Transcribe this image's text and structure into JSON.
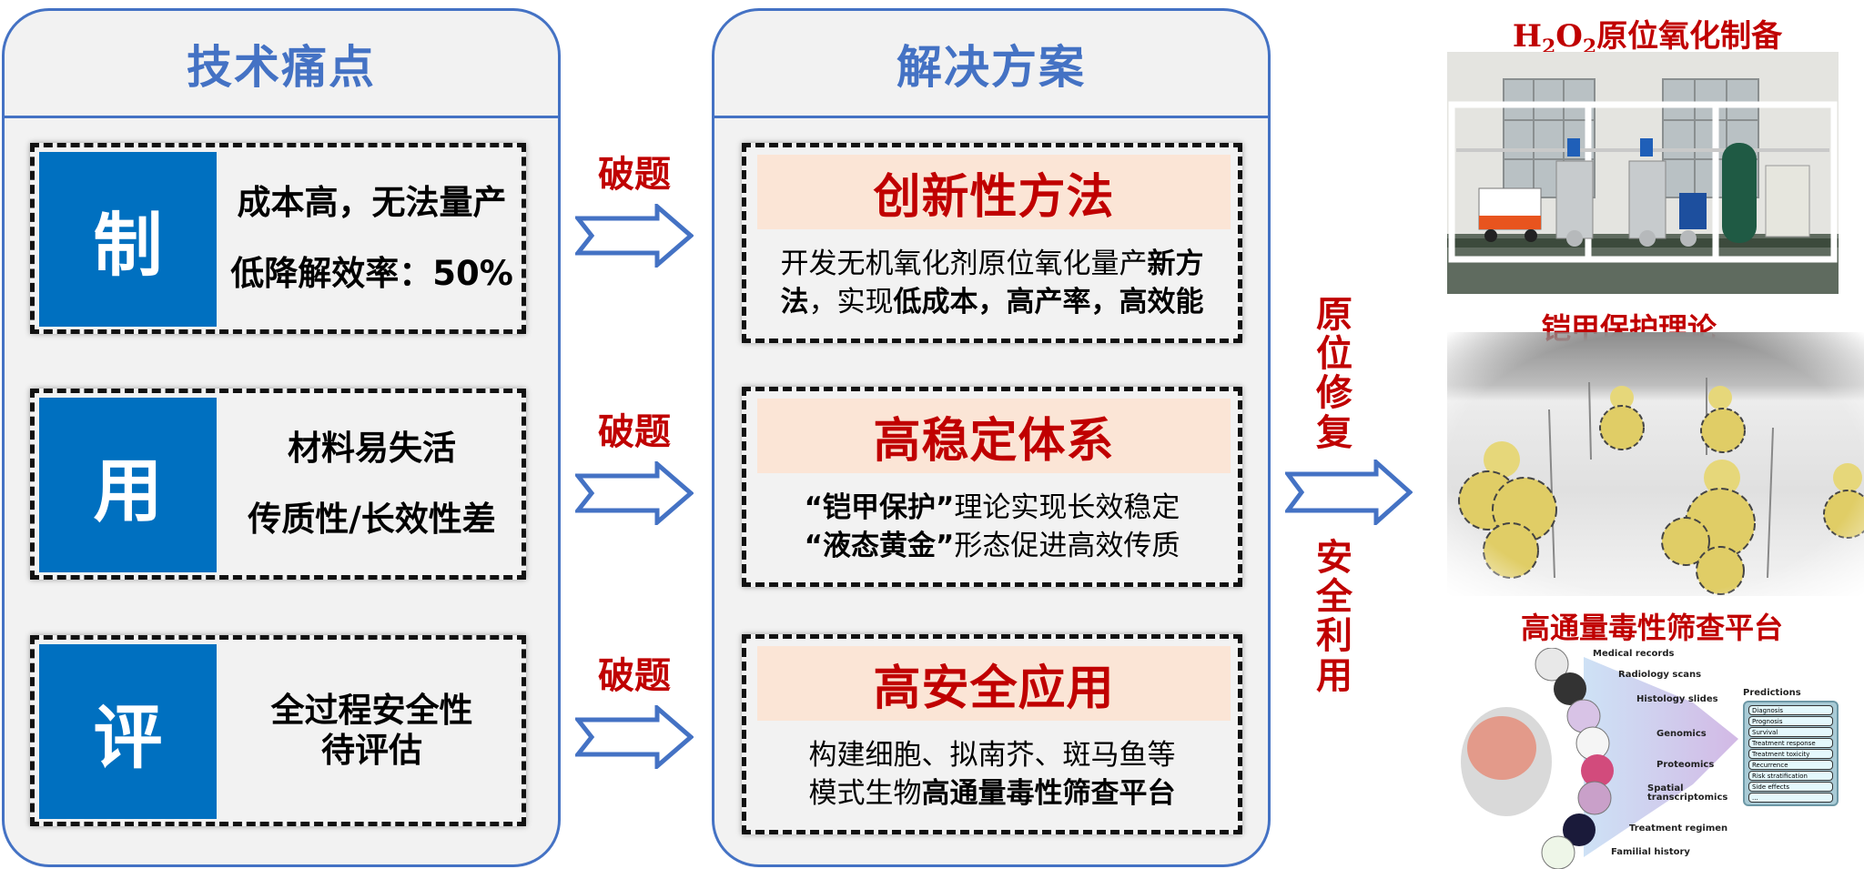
{
  "pain_panel": {
    "title": "技术痛点",
    "cards": [
      {
        "badge": "制",
        "lines": [
          "成本高，无法量产",
          "低降解效率：50%"
        ]
      },
      {
        "badge": "用",
        "lines": [
          "材料易失活",
          "传质性/长效性差"
        ]
      },
      {
        "badge": "评",
        "lines": [
          "全过程安全性",
          "待评估"
        ]
      }
    ]
  },
  "transition_labels": [
    "破题",
    "破题",
    "破题"
  ],
  "solution_panel": {
    "title": "解决方案",
    "cards": [
      {
        "heading": "创新性方法",
        "body": [
          [
            {
              "t": "开发无机氧化剂原位氧化量产",
              "b": false
            },
            {
              "t": "新方",
              "b": true
            }
          ],
          [
            {
              "t": "法",
              "b": true
            },
            {
              "t": "，实现",
              "b": false
            },
            {
              "t": "低成本，高产率，高效能",
              "b": true
            }
          ]
        ]
      },
      {
        "heading": "高稳定体系",
        "body": [
          [
            {
              "t": "“铠甲保护”",
              "b": true
            },
            {
              "t": "理论实现长效稳定",
              "b": false
            }
          ],
          [
            {
              "t": "“液态黄金”",
              "b": true
            },
            {
              "t": "形态促进高效传质",
              "b": false
            }
          ]
        ]
      },
      {
        "heading": "高安全应用",
        "body": [
          [
            {
              "t": "构建细胞、拟南芥、斑马鱼等",
              "b": false
            }
          ],
          [
            {
              "t": "模式生物",
              "b": false
            },
            {
              "t": "高通量毒性筛查平台",
              "b": true
            }
          ]
        ]
      }
    ]
  },
  "outcome": {
    "top_label": "原位修复",
    "bottom_label": "安全利用"
  },
  "figures": {
    "h2o2": {
      "title_formula": [
        "H",
        "2",
        "O",
        "2"
      ],
      "title_text": "原位氧化制备"
    },
    "armor": {
      "title": "铠甲保护理论"
    },
    "screening": {
      "title": "高通量毒性筛查平台",
      "inputs": [
        "Medical records",
        "Radiology scans",
        "Histology slides",
        "Genomics",
        "Proteomics",
        "Spatial transcriptomics",
        "Treatment regimen",
        "Familial history"
      ],
      "predictions_title": "Predictions",
      "predictions": [
        "Diagnosis",
        "Prognosis",
        "Survival",
        "Treatment response",
        "Treatment toxicity",
        "Recurrence",
        "Risk stratification",
        "Side effects",
        "..."
      ]
    }
  },
  "colors": {
    "panel_border": "#4472c4",
    "badge_bg": "#0070c0",
    "accent_red": "#c00000",
    "heading_bg": "#fbe5d6"
  }
}
